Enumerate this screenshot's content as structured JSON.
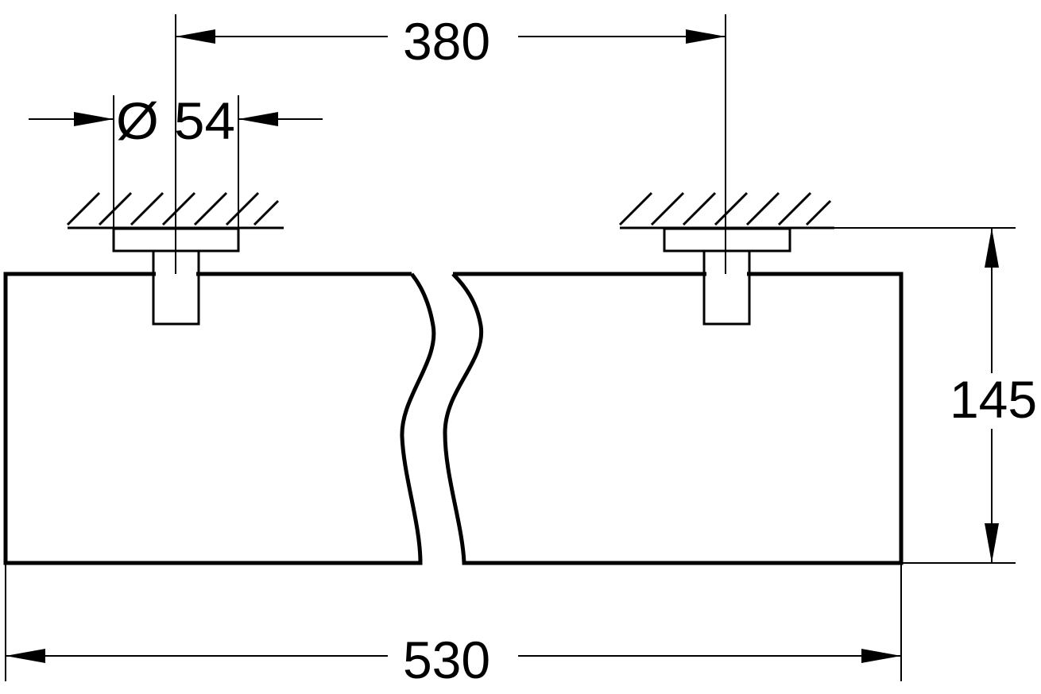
{
  "dimensions": {
    "mount_spacing": "380",
    "rosette_diameter": "Ø 54",
    "depth": "145",
    "overall_length": "530"
  },
  "colors": {
    "line": "#000000",
    "background": "#ffffff"
  }
}
